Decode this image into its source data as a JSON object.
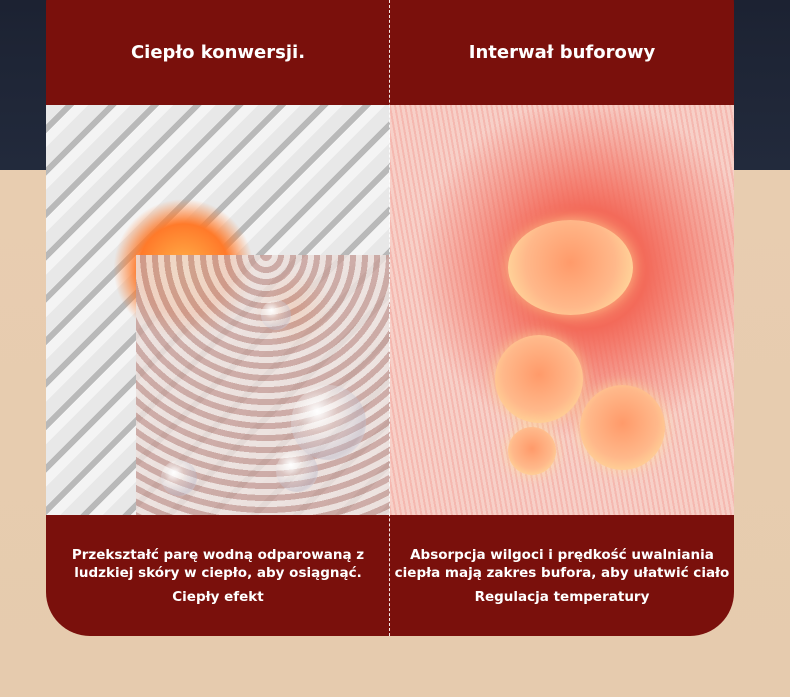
{
  "left": {
    "title": "Ciepło konwersji.",
    "description_line1": "Przekształć parę wodną odparowaną z",
    "description_line2": "ludzkiej skóry w ciepło, aby osiągnąć.",
    "subtitle": "Ciepły efekt"
  },
  "right": {
    "title": "Interwał buforowy",
    "description_line1": "Absorpcja wilgoci i prędkość uwalniania",
    "description_line2": "ciepła mają zakres bufora, aby ułatwić ciało",
    "subtitle": "Regulacja temperatury"
  },
  "colors": {
    "card": "#7a100c",
    "background": "#e8cdb0",
    "top_background": "#1c2232"
  }
}
